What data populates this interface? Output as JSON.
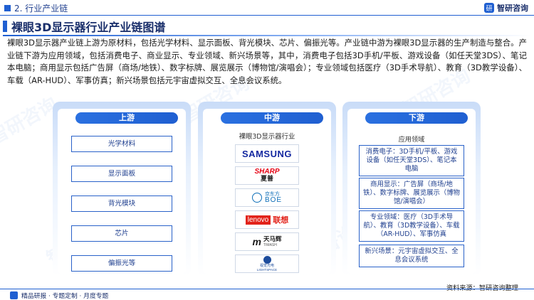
{
  "header": {
    "section_label": "2. 行业产业链",
    "brand": "智研咨询",
    "brand_icon": "brand-logo-icon"
  },
  "title": "裸眼3D显示器行业产业链图谱",
  "description": "裸眼3D显示器产业链上游为原材料，包括光学材料、显示面板、背光模块、芯片、偏振光等。产业链中游为裸眼3D显示器的生产制造与整合。产业链下游为应用领域，包括消费电子、商业显示、专业领域、新兴场景等，其中，消费电子包括3D手机/平板、游戏设备（如任天堂3DS）、笔记本电脑；商用显示包括广告屏（商场/地铁）、数字标牌、展览展示（博物馆/演唱会）；专业领域包括医疗（3D手术导航）、教育（3D教学设备）、车载（AR-HUD）、军事仿真；新兴场景包括元宇宙虚拟交互、全息会议系统。",
  "upstream": {
    "header": "上游",
    "items": [
      "光学材料",
      "显示面板",
      "背光模块",
      "芯片",
      "偏振光等"
    ]
  },
  "midstream": {
    "header": "中游",
    "subtitle": "裸眼3D显示器行业",
    "logos": [
      {
        "name": "SAMSUNG",
        "label": "SAMSUNG"
      },
      {
        "name": "SHARP",
        "label": "SHARP",
        "sub": "夏普"
      },
      {
        "name": "BOE",
        "label": "BOE",
        "sub": "京东方"
      },
      {
        "name": "Lenovo",
        "label": "lenovo",
        "sub": "联想"
      },
      {
        "name": "TIMASH",
        "label": "天马辉",
        "sub": "TIMASH"
      },
      {
        "name": "Lightspace",
        "label": "LIGHTSPACE",
        "sub": "视觉光电"
      }
    ]
  },
  "downstream": {
    "header": "下游",
    "subtitle": "应用领域",
    "items": [
      "消费电子：3D手机/平板、游戏设备（如任天堂3DS）、笔记本电脑",
      "商用显示：广告屏（商场/地铁）、数字标牌、展览展示（博物馆/演唱会）",
      "专业领域：医疗（3D手术导航）、教育（3D教学设备）、车载（AR-HUD）、军事仿真",
      "新兴场景：元宇宙虚拟交互、全息会议系统"
    ]
  },
  "source": "资料来源：智研咨询整理",
  "footer": "精品研报 · 专题定制 · 月度专题",
  "colors": {
    "accent": "#1f5fd1",
    "dark_blue": "#1a2f6b",
    "samsung": "#1428a0",
    "sharp": "#e60012",
    "lenovo": "#e2231a"
  }
}
